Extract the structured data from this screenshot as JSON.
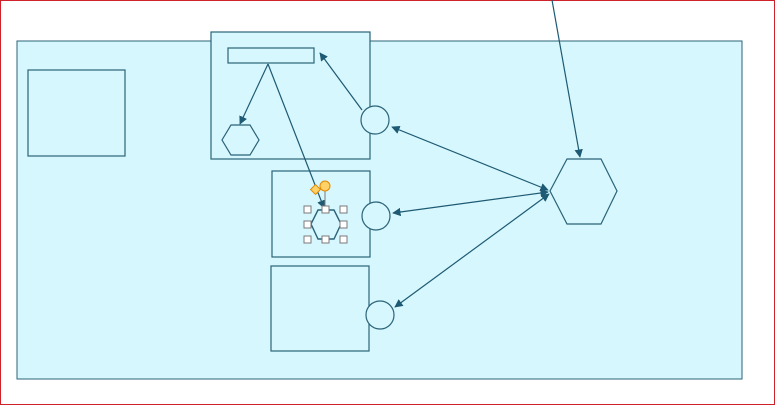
{
  "canvas": {
    "frame_color": "#d0202a",
    "region_fill": "#d6f7fd",
    "region_stroke": "#2b6378",
    "shape_stroke": "#2b6378",
    "connector_color": "#1e5a73",
    "handle_fill": "#ffffff",
    "handle_stroke": "#7a7a7a",
    "rotate_handle_fill": "#ffd166",
    "rotate_handle_stroke": "#e08a00"
  },
  "shapes": [
    {
      "id": "region",
      "kind": "rectangle",
      "role": "container"
    },
    {
      "id": "box-left",
      "kind": "rectangle"
    },
    {
      "id": "box-top",
      "kind": "rectangle"
    },
    {
      "id": "bar-top",
      "kind": "rectangle"
    },
    {
      "id": "hex-small",
      "kind": "hexagon"
    },
    {
      "id": "box-middle",
      "kind": "rectangle"
    },
    {
      "id": "hex-selected",
      "kind": "hexagon",
      "selected": true
    },
    {
      "id": "box-bottom",
      "kind": "rectangle"
    },
    {
      "id": "port-top",
      "kind": "circle"
    },
    {
      "id": "port-middle",
      "kind": "circle"
    },
    {
      "id": "port-bottom",
      "kind": "circle"
    },
    {
      "id": "hex-large",
      "kind": "hexagon"
    }
  ],
  "connectors": [
    {
      "from": "external",
      "to": "hex-large",
      "arrow": "end"
    },
    {
      "from": "bar-top",
      "to": "hex-small",
      "arrow": "end"
    },
    {
      "from": "bar-top",
      "to": "hex-selected",
      "arrow": "end"
    },
    {
      "from": "port-top",
      "to": "bar-top",
      "arrow": "end"
    },
    {
      "from": "port-top",
      "to": "hex-large",
      "arrow": "both"
    },
    {
      "from": "port-middle",
      "to": "hex-large",
      "arrow": "both"
    },
    {
      "from": "port-bottom",
      "to": "hex-large",
      "arrow": "both"
    }
  ]
}
